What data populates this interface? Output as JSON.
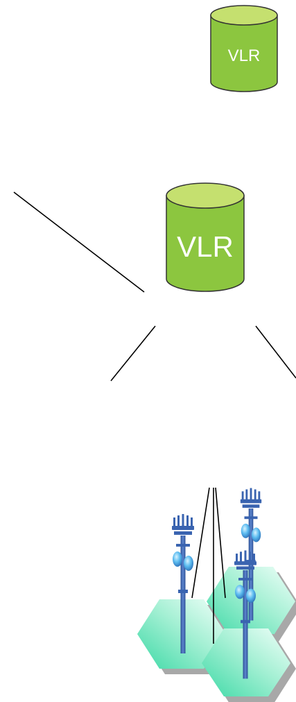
{
  "diagram": {
    "databases": [
      {
        "id": "vlr-small",
        "label": "VLR"
      },
      {
        "id": "vlr-large",
        "label": "VLR"
      }
    ],
    "cell_sites": [
      {
        "id": "site-left",
        "icon": "cell-tower-icon"
      },
      {
        "id": "site-right-top",
        "icon": "cell-tower-icon"
      },
      {
        "id": "site-right-bottom",
        "icon": "cell-tower-icon"
      }
    ]
  },
  "colors": {
    "db_body": "#8cc63f",
    "db_top": "#c5e06f",
    "db_outline": "#333333",
    "cell_fill_light": "#e6fff6",
    "cell_fill_dark": "#3dd9a6",
    "cell_shadow": "#a8a8a8",
    "tower": "#3a64b0",
    "antenna": "#3aa0e8",
    "line": "#000000"
  }
}
